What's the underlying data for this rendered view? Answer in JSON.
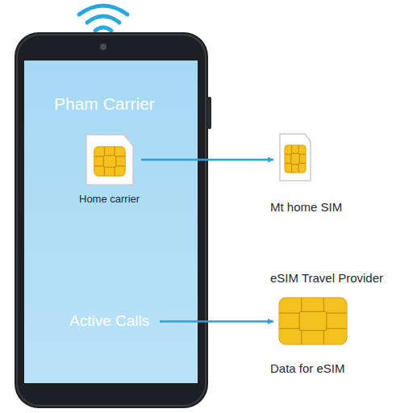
{
  "diagram": {
    "nodes": [
      {
        "text": [
          "Pham Carrier"
        ]
      },
      {
        "text": [
          "Home carrier"
        ],
        "in": 0
      },
      {
        "text": [
          "Active Calls"
        ],
        "in": 0
      },
      {
        "text": [
          "Mt home SIM"
        ]
      },
      {
        "text": [
          "eSIM Travel Provider",
          "Data for eSIM"
        ]
      }
    ],
    "edges": [
      {
        "from": 1,
        "to": 3,
        "arrow": "to"
      },
      {
        "from": 2,
        "to": 4,
        "arrow": "to"
      }
    ]
  }
}
